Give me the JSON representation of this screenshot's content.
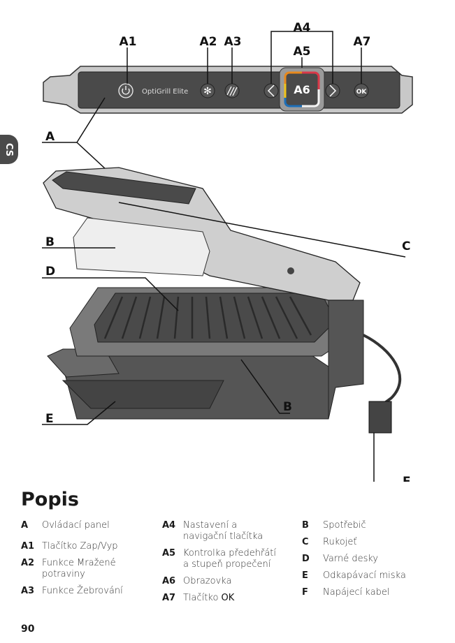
{
  "side_tab": "CS",
  "diagram": {
    "brand": "OptiGrill Elite",
    "screen": "A6",
    "ok": "OK",
    "callouts": {
      "A1": "A1",
      "A2": "A2",
      "A3": "A3",
      "A4": "A4",
      "A5": "A5",
      "A7": "A7",
      "A": "A",
      "B1": "B",
      "B2": "B",
      "C": "C",
      "D": "D",
      "E": "E",
      "F": "F"
    },
    "colors": {
      "orange": "#e8891c",
      "red": "#d93848",
      "yellow": "#f0c419",
      "blue": "#1d6fb8",
      "panel": "#4a4a4a",
      "body": "#c9c9c9"
    }
  },
  "title": "Popis",
  "legend": {
    "col1": [
      {
        "code": "A",
        "text": "Ovládací panel"
      },
      {
        "code": "A1",
        "text": "Tlačítko Zap/Vyp"
      },
      {
        "code": "A2",
        "text": "Funkce Mražené potraviny"
      },
      {
        "code": "A3",
        "text": "Funkce Žebrování"
      }
    ],
    "col2": [
      {
        "code": "A4",
        "text": "Nastavení a navigační tlačítka"
      },
      {
        "code": "A5",
        "text": "Kontrolka předehřátí a stupeň propečení"
      },
      {
        "code": "A6",
        "text": "Obrazovka"
      },
      {
        "code": "A7",
        "text": "Tlačítko ",
        "bold": "OK"
      }
    ],
    "col3": [
      {
        "code": "B",
        "text": "Spotřebič"
      },
      {
        "code": "C",
        "text": "Rukojeť"
      },
      {
        "code": "D",
        "text": "Varné desky"
      },
      {
        "code": "E",
        "text": "Odkapávací miska"
      },
      {
        "code": "F",
        "text": "Napájecí kabel"
      }
    ]
  },
  "page_number": "90"
}
